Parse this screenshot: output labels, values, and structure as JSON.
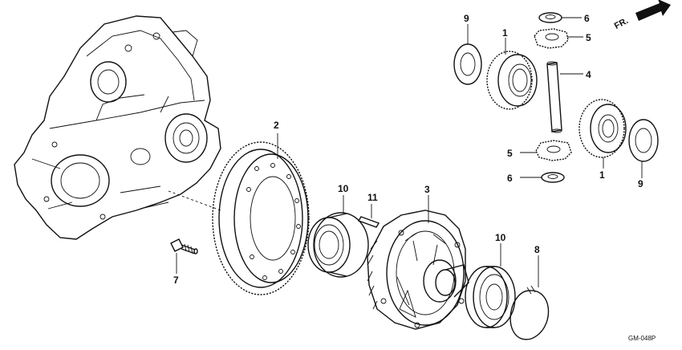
{
  "direction_label": "FR.",
  "drawing_code": "GM-048P",
  "callouts": {
    "c1_top": "1",
    "c1_right": "1",
    "c2": "2",
    "c3": "3",
    "c4": "4",
    "c5_top": "5",
    "c5_bottom": "5",
    "c6_top": "6",
    "c6_bottom": "6",
    "c7": "7",
    "c8": "8",
    "c9_top": "9",
    "c9_right": "9",
    "c10_left": "10",
    "c10_right": "10",
    "c11": "11"
  }
}
